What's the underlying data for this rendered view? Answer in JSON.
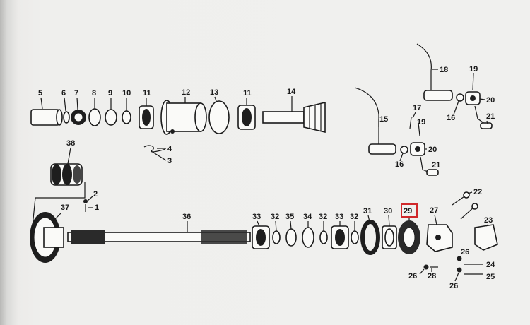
{
  "diagram": {
    "highlight_color": "#d0282a",
    "ink_color": "#1a1a1a",
    "labels": {
      "l5": "5",
      "l6": "6",
      "l7": "7",
      "l8": "8",
      "l9": "9",
      "l10": "10",
      "l11a": "11",
      "l12": "12",
      "l13": "13",
      "l11b": "11",
      "l14": "14",
      "l4": "4",
      "l3": "3",
      "l18": "18",
      "l19a": "19",
      "l16a": "16",
      "l20a": "20",
      "l21a": "21",
      "l17": "17",
      "l19b": "19",
      "l15": "15",
      "l16b": "16",
      "l20b": "20",
      "l21b": "21",
      "l38": "38",
      "l2": "2",
      "l1": "1",
      "l37": "37",
      "l36": "36",
      "l33a": "33",
      "l32a": "32",
      "l35": "35",
      "l34": "34",
      "l32b": "32",
      "l33b": "33",
      "l32c": "32",
      "l31": "31",
      "l30": "30",
      "l29": "29",
      "l27": "27",
      "l22": "22",
      "l23": "23",
      "l26a": "26",
      "l24": "24",
      "l26b": "26",
      "l28": "28",
      "l26c": "26",
      "l25": "25"
    }
  }
}
